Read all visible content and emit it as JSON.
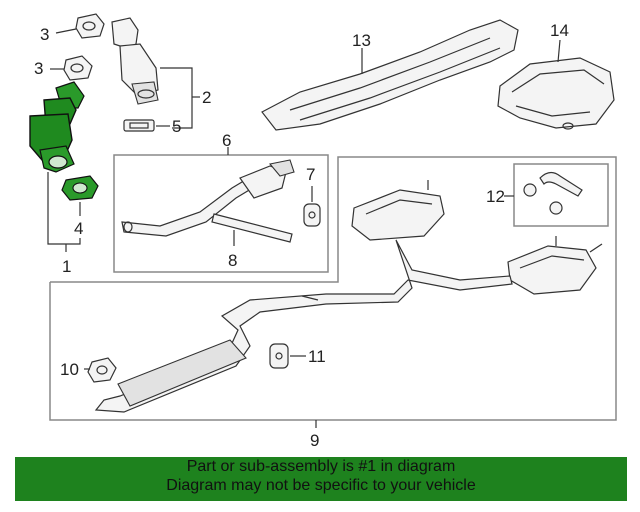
{
  "callouts": {
    "c1": "1",
    "c2": "2",
    "c3a": "3",
    "c3b": "3",
    "c4": "4",
    "c5": "5",
    "c6": "6",
    "c7": "7",
    "c8": "8",
    "c9": "9",
    "c10": "10",
    "c11": "11",
    "c12": "12",
    "c13": "13",
    "c14": "14"
  },
  "banner": {
    "line1": "Part or sub-assembly is #1 in diagram",
    "line2": "Diagram may not be specific to your vehicle",
    "color": "#1e821e"
  },
  "highlight_color": "#1f8a1f"
}
